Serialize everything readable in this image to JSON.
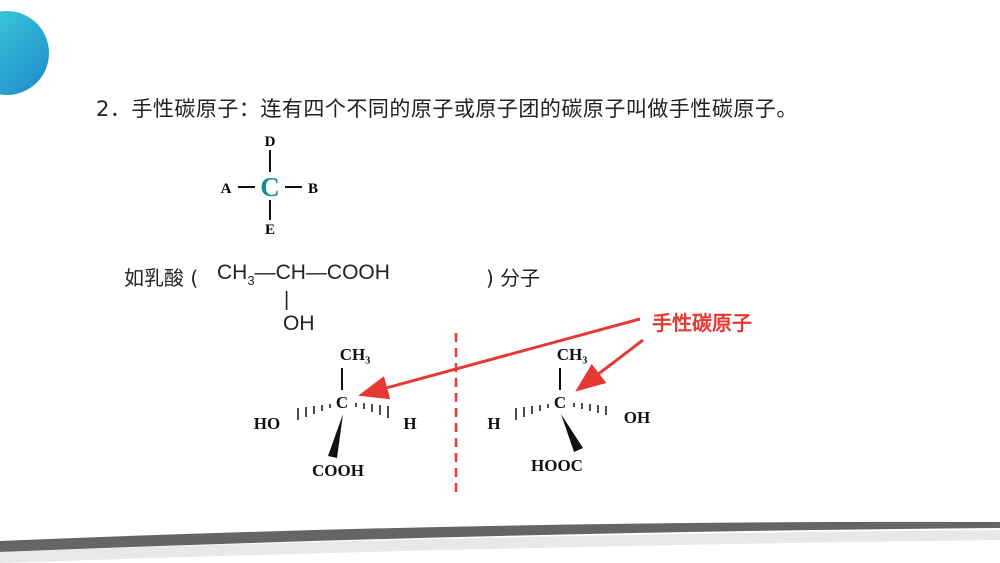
{
  "title": "2．手性碳原子：连有四个不同的原子或原子团的碳原子叫做手性碳原子。",
  "generic": {
    "top": "D",
    "left": "A",
    "center": "C",
    "right": "B",
    "bottom": "E"
  },
  "lactic": {
    "prefix": "如乳酸 (",
    "ch3_main": "CH",
    "ch3_sub": "3",
    "chain_rest": "—CH—COOH",
    "bond": "|",
    "oh": "OH",
    "suffix": ") 分子"
  },
  "mol_left": {
    "top": "CH₃",
    "center": "C",
    "left": "HO",
    "right": "H",
    "bottom": "COOH"
  },
  "mol_right": {
    "top": "CH₃",
    "center": "C",
    "left": "H",
    "right": "OH",
    "bottom": "HOOC"
  },
  "chiral_label": "手性碳原子",
  "colors": {
    "accent_circle": "#26b8d8",
    "center_c": "#138c8c",
    "arrow": "#e53935",
    "mirror": "#e53935"
  }
}
